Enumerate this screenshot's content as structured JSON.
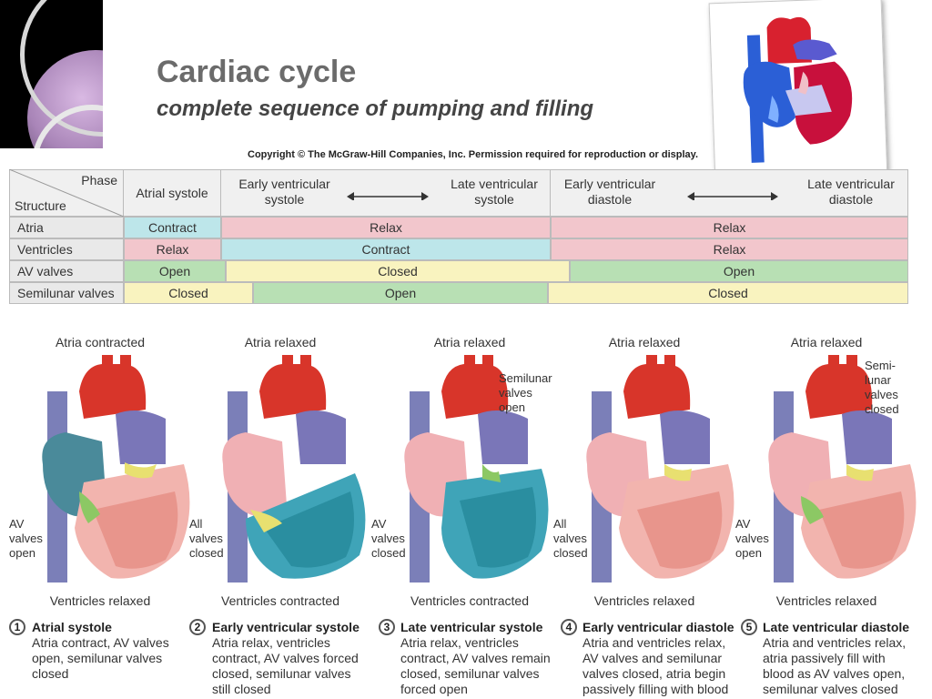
{
  "title": "Cardiac cycle",
  "subtitle": "complete sequence of pumping and filling",
  "copyright": "Copyright © The McGraw-Hill Companies, Inc. Permission required for reproduction or display.",
  "table": {
    "corner_phase": "Phase",
    "corner_structure": "Structure",
    "phases": {
      "atrial_systole": "Atrial systole",
      "early_vs_1": "Early ventricular",
      "early_vs_2": "systole",
      "late_vs_1": "Late ventricular",
      "late_vs_2": "systole",
      "early_vd_1": "Early ventricular",
      "early_vd_2": "diastole",
      "late_vd_1": "Late ventricular",
      "late_vd_2": "diastole"
    },
    "rows": {
      "atria": {
        "label": "Atria",
        "s1": "Contract",
        "s2": "Relax",
        "s3": "Relax"
      },
      "ventricles": {
        "label": "Ventricles",
        "s1": "Relax",
        "s2": "Contract",
        "s3": "Relax"
      },
      "av": {
        "label": "AV valves",
        "s1": "Open",
        "s2": "Closed",
        "s3": "Open"
      },
      "semilunar": {
        "label": "Semilunar valves",
        "s1": "Closed",
        "s2": "Open",
        "s3": "Closed"
      }
    }
  },
  "panels": [
    {
      "top": "Atria contracted",
      "bottom": "Ventricles relaxed",
      "side1": "AV",
      "side2": "valves",
      "side3": "open",
      "num": "1",
      "title": "Atrial systole",
      "text": "Atria contract, AV valves open, semilunar valves closed"
    },
    {
      "top": "Atria relaxed",
      "bottom": "Ventricles contracted",
      "side1": "All",
      "side2": "valves",
      "side3": "closed",
      "num": "2",
      "title": "Early ventricular systole",
      "text": "Atria relax, ventricles contract, AV valves forced closed, semilunar valves still closed"
    },
    {
      "top": "Atria relaxed",
      "bottom": "Ventricles contracted",
      "side1": "AV",
      "side2": "valves",
      "side3": "closed",
      "note1": "Semilunar",
      "note2": "valves",
      "note3": "open",
      "num": "3",
      "title": "Late ventricular systole",
      "text": "Atria relax, ventricles contract, AV valves remain closed, semilunar valves forced open"
    },
    {
      "top": "Atria relaxed",
      "bottom": "Ventricles relaxed",
      "side1": "All",
      "side2": "valves",
      "side3": "closed",
      "num": "4",
      "title": "Early ventricular diastole",
      "text": "Atria and ventricles relax, AV valves and semilunar valves closed, atria begin passively filling with blood"
    },
    {
      "top": "Atria relaxed",
      "bottom": "Ventricles relaxed",
      "side1": "AV",
      "side2": "valves",
      "side3": "open",
      "note1": "Semi-",
      "note2": "lunar",
      "note3": "valves",
      "note4": "closed",
      "num": "5",
      "title": "Late ventricular diastole",
      "text": "Atria and ventricles relax, atria passively fill with blood as AV valves open, semilunar valves closed"
    }
  ],
  "colors": {
    "contract": "#bde6ea",
    "relax": "#f2c6cc",
    "open": "#b8e0b4",
    "closed": "#f9f3bf"
  }
}
